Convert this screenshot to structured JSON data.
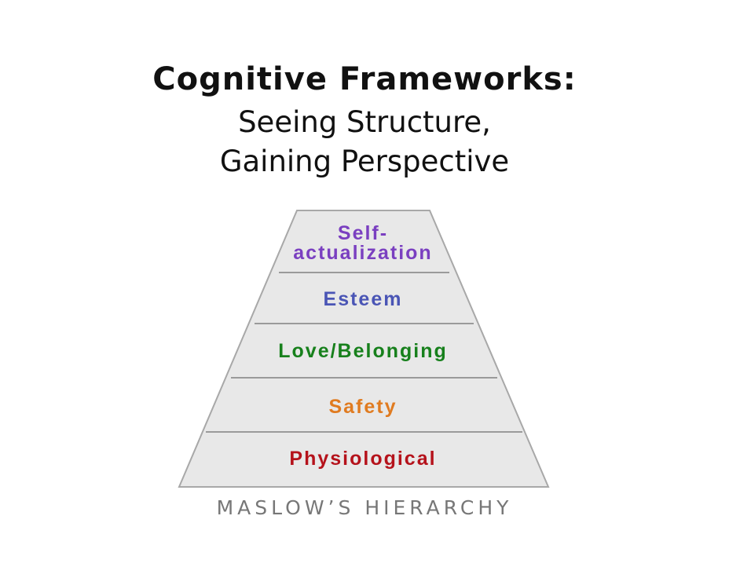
{
  "title": {
    "line1": "Cognitive Frameworks:",
    "line2": "Seeing Structure,",
    "line3": "Gaining Perspective"
  },
  "pyramid": {
    "levels": [
      {
        "label_line1": "Self-",
        "label_line2": "actualization",
        "color": "#7a3fc0"
      },
      {
        "label": "Esteem",
        "color": "#4a55b5"
      },
      {
        "label": "Love/Belonging",
        "color": "#17801c"
      },
      {
        "label": "Safety",
        "color": "#e07b20"
      },
      {
        "label": "Physiological",
        "color": "#b5121b"
      }
    ],
    "caption": "MASLOW’S HIERARCHY"
  }
}
